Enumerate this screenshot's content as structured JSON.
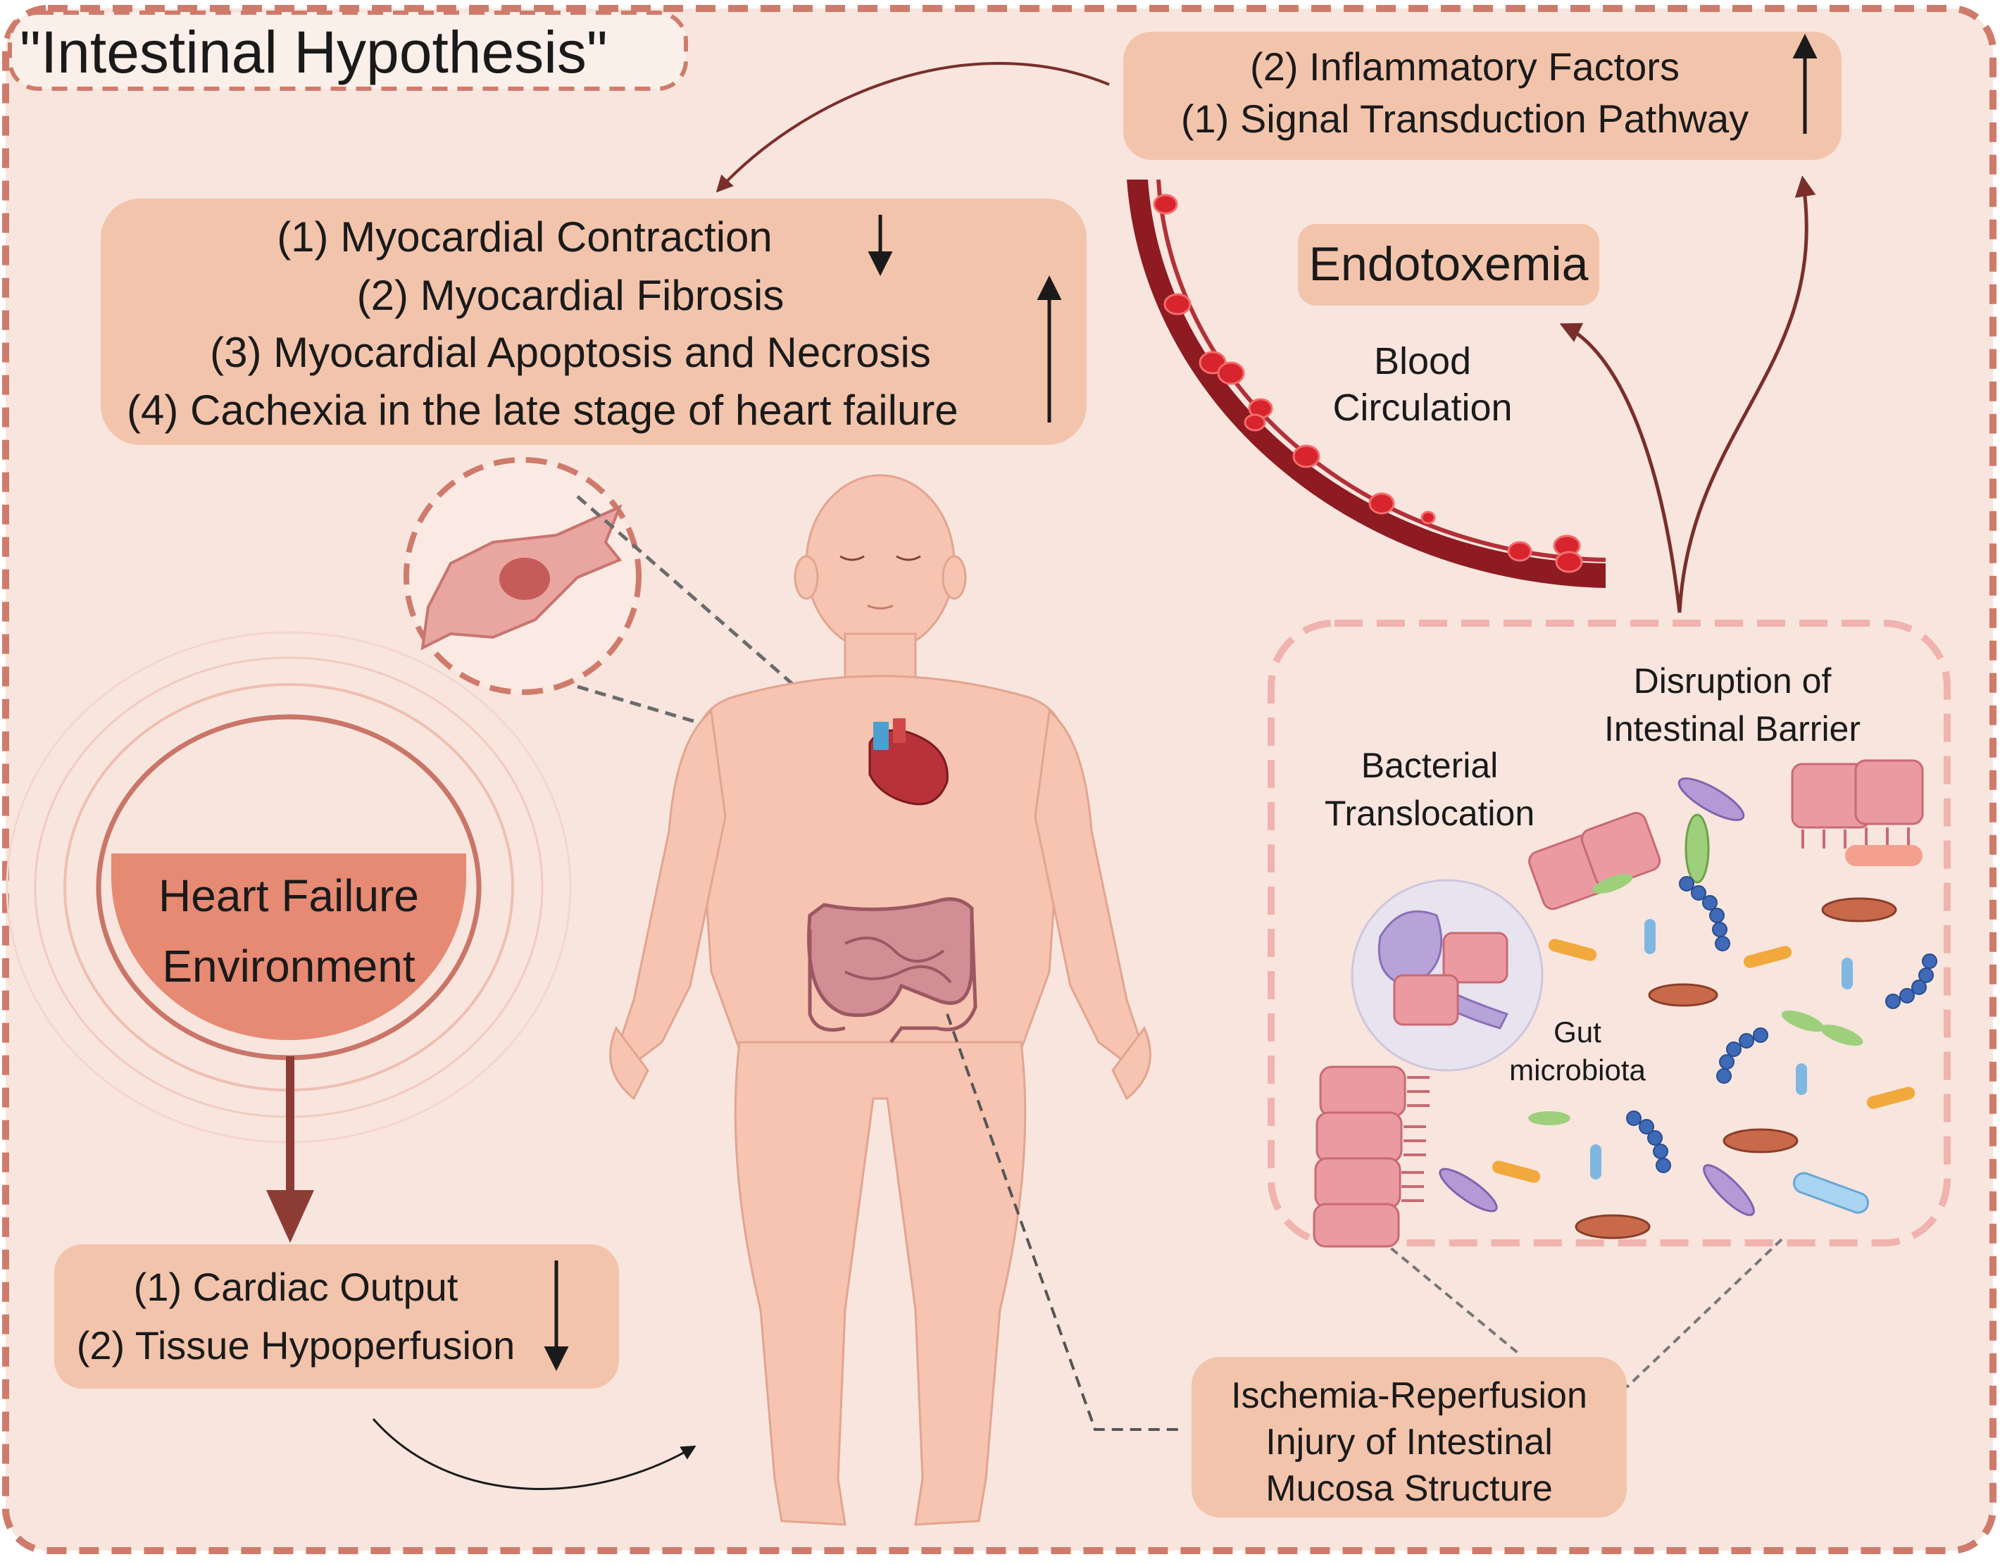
{
  "title": "\"Intestinal Hypothesis\"",
  "top_right_box": {
    "line1": "(2) Inflammatory Factors",
    "line2": "(1) Signal Transduction Pathway"
  },
  "myocardial_box": {
    "line1": "(1) Myocardial Contraction",
    "line2": "(2) Myocardial Fibrosis",
    "line3": "(3) Myocardial Apoptosis and Necrosis",
    "line4": "(4) Cachexia in the late stage of heart failure"
  },
  "endotoxemia": "Endotoxemia",
  "blood_circulation": {
    "line1": "Blood",
    "line2": "Circulation"
  },
  "heart_failure": {
    "line1": "Heart Failure",
    "line2": "Environment"
  },
  "cardiac_box": {
    "line1": "(1) Cardiac Output",
    "line2": "(2) Tissue Hypoperfusion"
  },
  "disruption": {
    "line1": "Disruption of",
    "line2": "Intestinal Barrier"
  },
  "bacterial": {
    "line1": "Bacterial",
    "line2": "Translocation"
  },
  "gut": {
    "line1": "Gut",
    "line2": "microbiota"
  },
  "ischemia_box": {
    "line1": "Ischemia-Reperfusion",
    "line2": "Injury of Intestinal",
    "line3": "Mucosa Structure"
  },
  "colors": {
    "background": "#f8e5de",
    "frame_dash": "#cf7b6c",
    "box_fill": "#f3c4ac",
    "vessel": "#8e1a22",
    "blood_cell": "#d8242c",
    "arrow": "#7a2e2a",
    "heart_failure_fill": "#e68a73",
    "skin": "#f6c4b0",
    "intestine": "#c87f86"
  }
}
